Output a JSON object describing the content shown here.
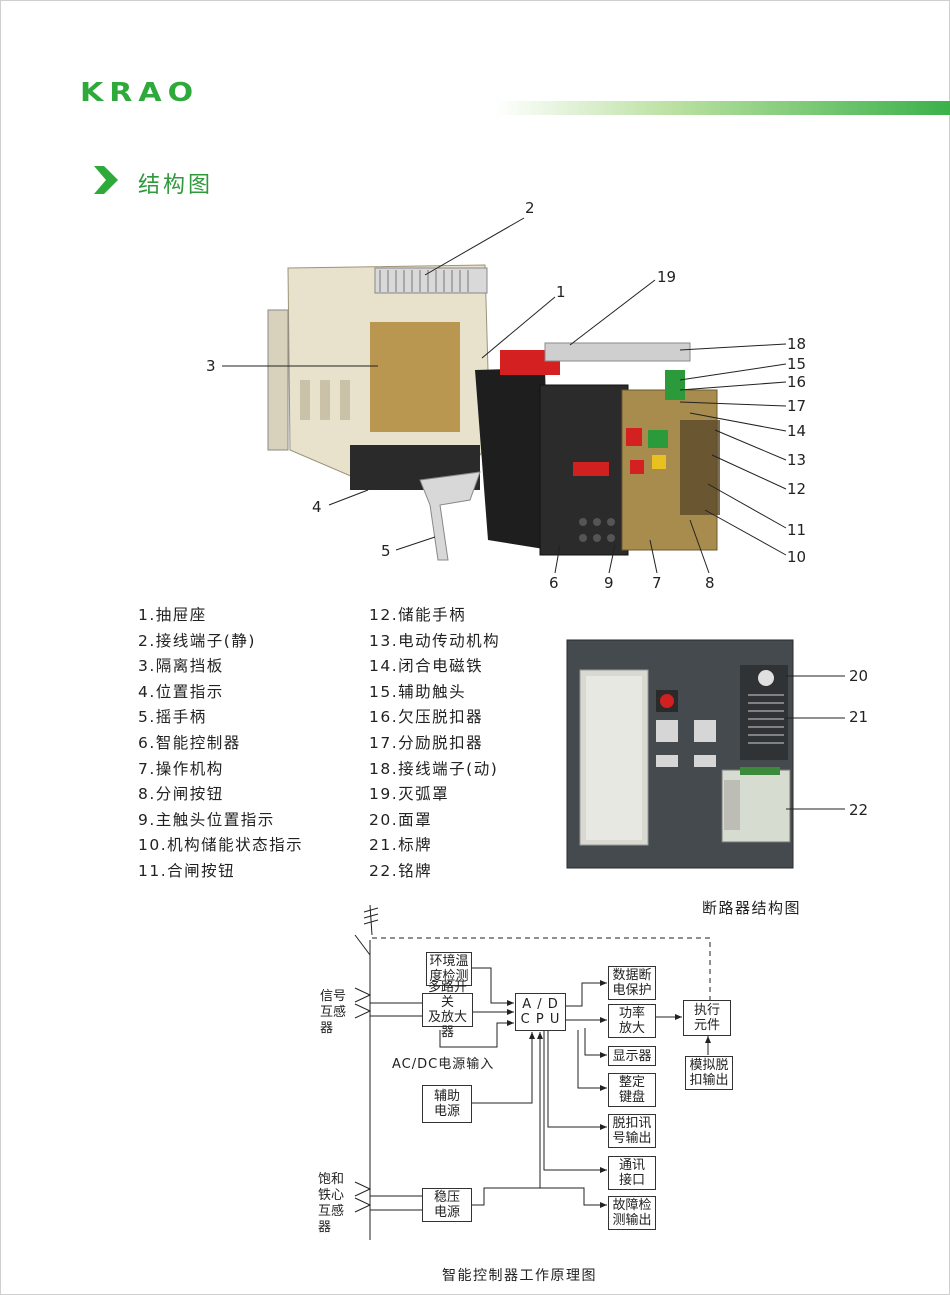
{
  "brand": {
    "logo_text": "KRAO",
    "accent_color": "#2eaa3a"
  },
  "section": {
    "title": "结构图",
    "chevron_icon": "chevron-right-icon"
  },
  "callouts": [
    "1",
    "2",
    "3",
    "4",
    "5",
    "6",
    "7",
    "8",
    "9",
    "10",
    "11",
    "12",
    "13",
    "14",
    "15",
    "16",
    "17",
    "18",
    "19"
  ],
  "parts": {
    "left": [
      "1.抽屉座",
      "2.接线端子(静)",
      "3.隔离挡板",
      "4.位置指示",
      "5.摇手柄",
      "6.智能控制器",
      "7.操作机构",
      "8.分闸按钮",
      "9.主触头位置指示",
      "10.机构储能状态指示",
      "11.合闸按钮"
    ],
    "right": [
      "12.储能手柄",
      "13.电动传动机构",
      "14.闭合电磁铁",
      "15.辅助触头",
      "16.欠压脱扣器",
      "17.分励脱扣器",
      "18.接线端子(动)",
      "19.灭弧罩",
      "20.面罩",
      "21.标牌",
      "22.铭牌"
    ]
  },
  "front_view": {
    "callouts": [
      "20",
      "21",
      "22"
    ],
    "caption": "断路器结构图"
  },
  "diagram": {
    "inputs": {
      "signal": "信号\n互感\n器",
      "saturation": "饱和\n铁心\n互感\n器"
    },
    "ac_dc_label": "AC/DC电源输入",
    "boxes": {
      "temp": "环境温\n度检测",
      "mux": "多路开关\n及放大器",
      "cpu": "A / D\nC P U",
      "aux_power": "辅助\n电源",
      "regulator": "稳压\n电源",
      "data_protect": "数据断\n电保护",
      "power_amp": "功率\n放大",
      "display": "显示器",
      "keyboard": "整定\n键盘",
      "trip_out": "脱扣讯\n号输出",
      "comm": "通讯\n接口",
      "fault": "故障检\n测输出",
      "actuator": "执行\n元件",
      "sim_trip": "模拟脱\n扣输出"
    },
    "caption": "智能控制器工作原理图"
  }
}
